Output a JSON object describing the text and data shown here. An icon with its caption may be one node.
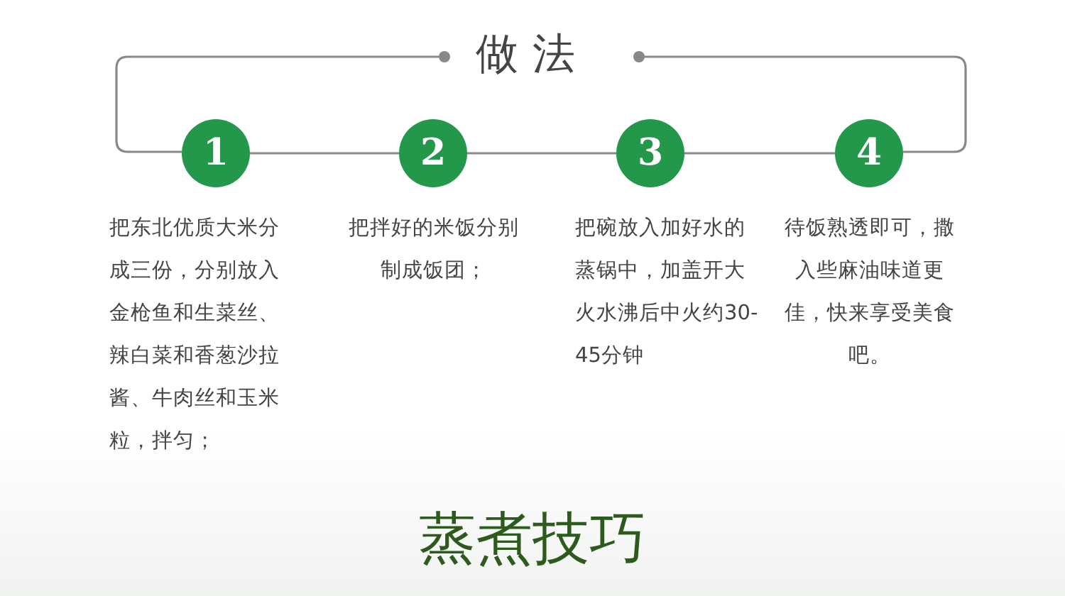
{
  "diagram": {
    "title": "做法",
    "nodes": [
      {
        "text": [
          "1"
        ],
        "beside": [
          "把东北优质大米分成三份，分别放入金枪鱼和生菜丝、辣白菜和香葱沙拉酱、牛肉丝和玉米粒，拌匀；"
        ]
      },
      {
        "text": [
          "2"
        ],
        "beside": [
          "把拌好的米饭分别制成饭团；"
        ]
      },
      {
        "text": [
          "3"
        ],
        "beside": [
          "把碗放入加好水的蒸锅中，加盖开大火水沸后中火约30-45分钟"
        ]
      },
      {
        "text": [
          "4"
        ],
        "beside": [
          "待饭熟透即可，撒入些麻油味道更佳，快来享受美食吧。"
        ]
      }
    ],
    "edges": [
      {
        "from": 0,
        "to": 1,
        "arrow": "none"
      },
      {
        "from": 1,
        "to": 2,
        "arrow": "none"
      },
      {
        "from": 2,
        "to": 3,
        "arrow": "none"
      }
    ],
    "labels": [
      "蒸煮技巧"
    ]
  }
}
